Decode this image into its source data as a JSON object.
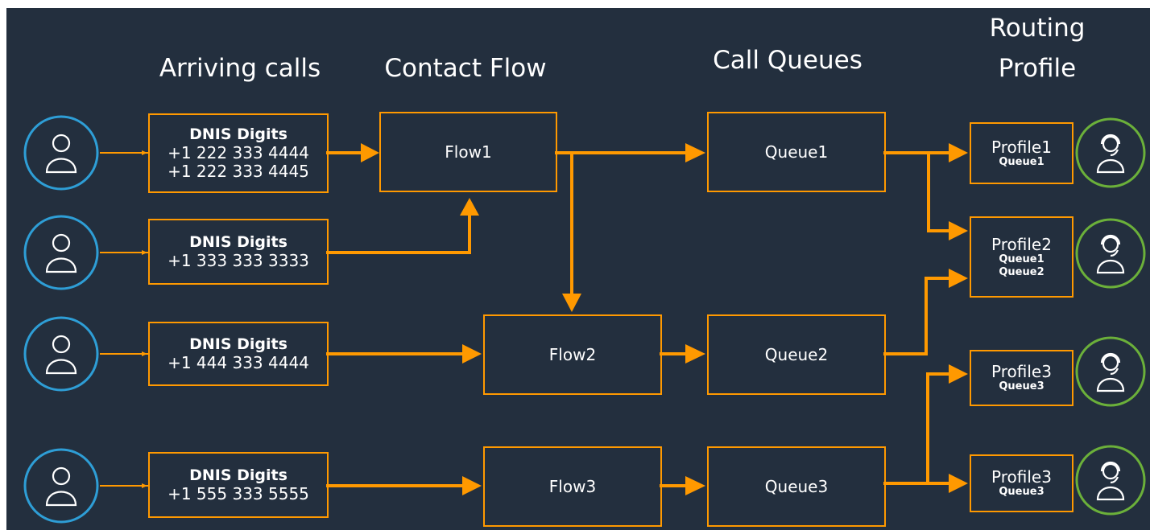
{
  "colors": {
    "background": "#232f3e",
    "accent": "#ff9900",
    "caller_ring": "#2e9ed6",
    "agent_ring": "#6bb03a",
    "text": "#ffffff"
  },
  "headers": {
    "arriving": "Arriving calls",
    "contact_flow": "Contact Flow",
    "call_queues": "Call Queues",
    "routing_profile_1": "Routing",
    "routing_profile_2": "Profile"
  },
  "dnis": [
    {
      "header": "DNIS Digits",
      "numbers": [
        "+1 222 333 4444",
        "+1 222 333 4445"
      ]
    },
    {
      "header": "DNIS Digits",
      "numbers": [
        "+1 333 333 3333"
      ]
    },
    {
      "header": "DNIS Digits",
      "numbers": [
        "+1 444 333 4444"
      ]
    },
    {
      "header": "DNIS Digits",
      "numbers": [
        "+1 555 333 5555"
      ]
    }
  ],
  "flows": [
    "Flow1",
    "Flow2",
    "Flow3"
  ],
  "queues": [
    "Queue1",
    "Queue2",
    "Queue3"
  ],
  "profiles": [
    {
      "name": "Profile1",
      "queues": [
        "Queue1"
      ]
    },
    {
      "name": "Profile2",
      "queues": [
        "Queue1",
        "Queue2"
      ]
    },
    {
      "name": "Profile3",
      "queues": [
        "Queue3"
      ]
    },
    {
      "name": "Profile3",
      "queues": [
        "Queue3"
      ]
    }
  ],
  "icons": {
    "caller": "person-icon",
    "agent": "agent-headset-icon"
  }
}
